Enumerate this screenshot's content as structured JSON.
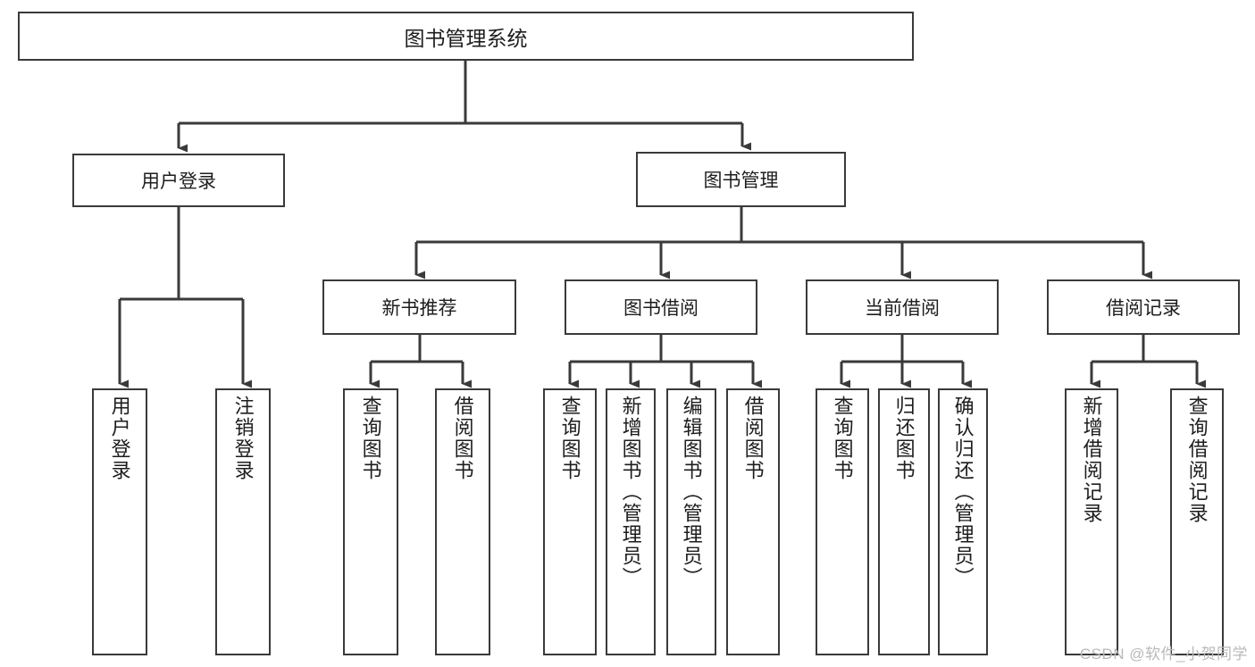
{
  "diagram": {
    "title": "图书管理系统",
    "type": "tree-hierarchy",
    "root": {
      "label": "图书管理系统"
    },
    "level1": [
      {
        "label": "用户登录"
      },
      {
        "label": "图书管理"
      }
    ],
    "level2": [
      {
        "label": "新书推荐"
      },
      {
        "label": "图书借阅"
      },
      {
        "label": "当前借阅"
      },
      {
        "label": "借阅记录"
      }
    ],
    "leaves": {
      "user_login": [
        {
          "label": "用户登录"
        },
        {
          "label": "注销登录"
        }
      ],
      "new_book_recommend": [
        {
          "label": "查询图书"
        },
        {
          "label": "借阅图书"
        }
      ],
      "book_borrow": [
        {
          "label": "查询图书"
        },
        {
          "label": "新增图书（管理员）"
        },
        {
          "label": "编辑图书（管理员）"
        },
        {
          "label": "借阅图书"
        }
      ],
      "current_borrow": [
        {
          "label": "查询图书"
        },
        {
          "label": "归还图书"
        },
        {
          "label": "确认归还（管理员）"
        }
      ],
      "borrow_record": [
        {
          "label": "新增借阅记录"
        },
        {
          "label": "查询借阅记录"
        }
      ]
    }
  },
  "watermark": {
    "text": "CSDN @软件_小贺同学"
  },
  "colors": {
    "border": "#3a3a3a",
    "text": "#1d1d1d",
    "background": "#ffffff",
    "watermark": "#b9b9b9"
  }
}
